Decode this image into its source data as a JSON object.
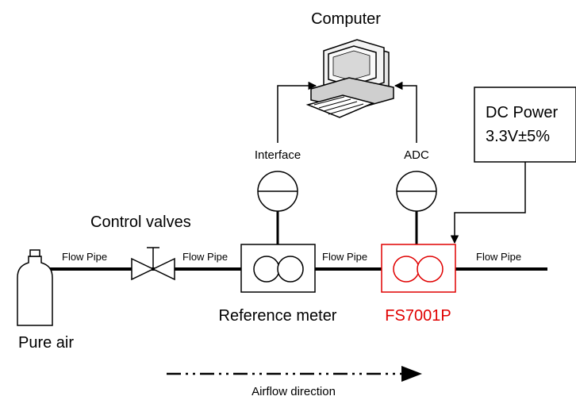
{
  "labels": {
    "computer": "Computer",
    "dc_power_line1": "DC Power",
    "dc_power_line2": "3.3V±5%",
    "interface": "Interface",
    "adc": "ADC",
    "control_valves": "Control valves",
    "flow_pipe_1": "Flow Pipe",
    "flow_pipe_2": "Flow Pipe",
    "flow_pipe_3": "Flow Pipe",
    "flow_pipe_4": "Flow Pipe",
    "reference_meter": "Reference meter",
    "fs7001p": "FS7001P",
    "pure_air": "Pure air",
    "airflow_direction": "Airflow direction"
  },
  "colors": {
    "line": "#000000",
    "highlight": "#e00000"
  }
}
